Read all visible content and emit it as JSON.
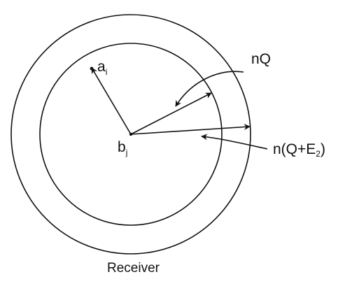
{
  "labels": {
    "a_base": "a",
    "a_sub": "i",
    "b_base": "b",
    "b_sub": "j",
    "nq": "nQ",
    "nqe_prefix": "n(Q+E",
    "nqe_sub": "2",
    "nqe_suffix": ")",
    "caption": "Receiver"
  },
  "colors": {
    "ink": "#111111",
    "background": "#ffffff"
  }
}
